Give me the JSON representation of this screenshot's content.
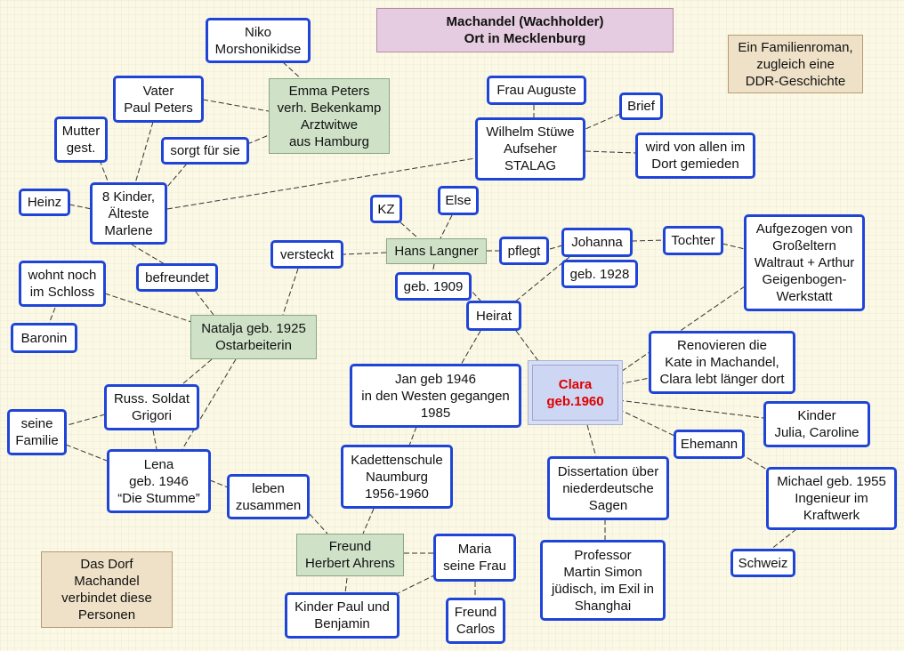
{
  "title": "Machandel  (Wachholder)\nOrt in Mecklenburg",
  "notes": {
    "familienroman": "Ein Familienroman,\nzugleich eine\nDDR-Geschichte",
    "dorf": "Das Dorf\nMachandel\nverbindet diese\nPersonen"
  },
  "nodes": {
    "niko": "Niko\nMorshonikidse",
    "emma": "Emma Peters\nverh. Bekenkamp\nArztwitwe\naus Hamburg",
    "vater": "Vater\nPaul Peters",
    "mutter": "Mutter\ngest.",
    "sorgt": "sorgt für sie",
    "heinz": "Heinz",
    "kinder8": "8  Kinder,\nÄlteste\nMarlene",
    "frau_auguste": "Frau Auguste",
    "brief": "Brief",
    "wilhelm": "Wilhelm Stüwe\nAufseher\nSTALAG",
    "gemieden": "wird von allen im\nDort gemieden",
    "kz": "KZ",
    "else": "Else",
    "hans": "Hans Langner",
    "pflegt": "pflegt",
    "johanna": "Johanna",
    "tochter": "Tochter",
    "aufgezogen": "Aufgezogen von\nGroßeltern\nWaltraut + Arthur\nGeigenbogen-\nWerkstatt",
    "versteckt": "versteckt",
    "geb1909": "geb. 1909",
    "geb1928": "geb. 1928",
    "heirat": "Heirat",
    "befreundet": "befreundet",
    "wohnt": "wohnt noch\nim Schloss",
    "baronin": "Baronin",
    "natalja": "Natalja  geb. 1925\nOstarbeiterin",
    "jan": "Jan geb 1946\nin den Westen gegangen\n1985",
    "clara": "Clara\ngeb.1960",
    "renovieren": "Renovieren die\nKate in Machandel,\nClara lebt länger dort",
    "kinder_jc": "Kinder\nJulia, Caroline",
    "ehemann": "Ehemann",
    "michael": "Michael geb. 1955\nIngenieur im\nKraftwerk",
    "schweiz": "Schweiz",
    "russ": "Russ. Soldat\nGrigori",
    "familie": "seine\nFamilie",
    "lena": "Lena\ngeb. 1946\n“Die Stumme”",
    "leben": "leben\nzusammen",
    "kadetten": "Kadettenschule\nNaumburg\n1956-1960",
    "dissertation": "Dissertation über\nniederdeutsche\nSagen",
    "herbert": "Freund\nHerbert Ahrens",
    "maria": "Maria\nseine Frau",
    "professor": "Professor\nMartin Simon\njüdisch, im Exil in\nShanghai",
    "kinder_pb": "Kinder Paul und\nBenjamin",
    "carlos": "Freund\nCarlos"
  }
}
